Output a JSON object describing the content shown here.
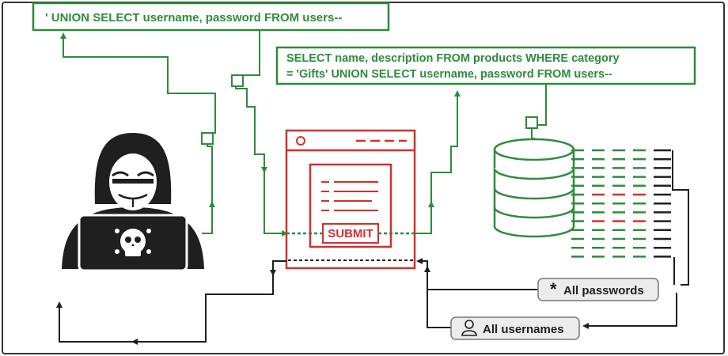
{
  "injection_box": {
    "text": "' UNION SELECT username, password FROM users--"
  },
  "query_box": {
    "line1": "SELECT name, description FROM products WHERE category",
    "line2": "= 'Gifts' UNION SELECT username, password FROM users--"
  },
  "submit_button": {
    "label": "SUBMIT"
  },
  "result_passwords": {
    "label": "All passwords",
    "icon": "asterisk-icon"
  },
  "result_usernames": {
    "label": "All usernames",
    "icon": "user-icon"
  },
  "colors": {
    "green": "#2e8b3e",
    "red": "#d32f2f",
    "dark": "#1f1f1f",
    "pill_bg": "#ececec"
  }
}
